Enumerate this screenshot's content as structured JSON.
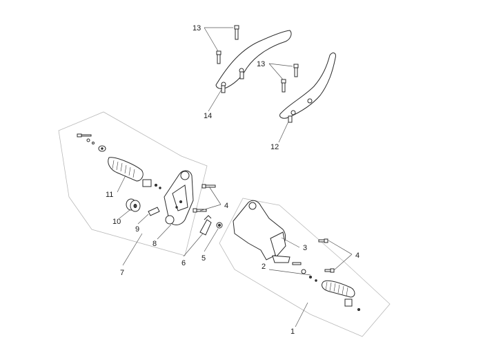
{
  "callouts": {
    "c1": "1",
    "c2": "2",
    "c3": "3",
    "c4a": "4",
    "c4b": "4",
    "c5": "5",
    "c6": "6",
    "c7": "7",
    "c8": "8",
    "c9": "9",
    "c10": "10",
    "c11": "11",
    "c12": "12",
    "c13a": "13",
    "c13b": "13",
    "c14": "14"
  },
  "colors": {
    "line": "#2a2a2a",
    "group_outline": "#b8b8b8",
    "background": "#ffffff"
  }
}
